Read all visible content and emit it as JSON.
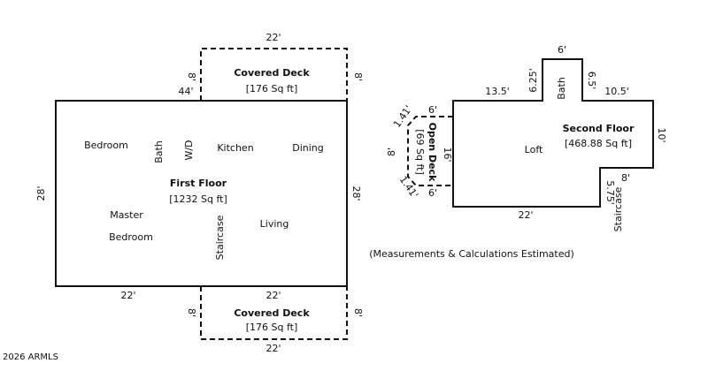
{
  "first_floor": {
    "title": "First Floor",
    "area": "[1232 Sq ft]",
    "rooms": {
      "bedroom": "Bedroom",
      "bath": "Bath",
      "wd": "W/D",
      "kitchen": "Kitchen",
      "dining": "Dining",
      "master_line1": "Master",
      "master_line2": "Bedroom",
      "staircase": "Staircase",
      "living": "Living"
    },
    "dims": {
      "top_offset": "44'",
      "left": "28'",
      "right": "28'",
      "bottom_left": "22'",
      "bottom_right": "22'"
    }
  },
  "covered_deck_top": {
    "title": "Covered Deck",
    "area": "[176 Sq ft]",
    "dims": {
      "top": "22'",
      "left": "8'",
      "right": "8'"
    }
  },
  "covered_deck_bottom": {
    "title": "Covered Deck",
    "area": "[176 Sq ft]",
    "dims": {
      "bottom": "22'",
      "left": "8'",
      "right": "8'"
    }
  },
  "second_floor": {
    "title": "Second Floor",
    "area": "[468.88 Sq ft]",
    "rooms": {
      "loft": "Loft",
      "bath": "Bath",
      "staircase": "Staircase"
    },
    "dims": {
      "top_left": "13.5'",
      "bath_top": "6'",
      "bath_left": "6.25'",
      "bath_right": "6.5'",
      "top_right": "10.5'",
      "right": "10'",
      "stair_top": "8'",
      "stair_side": "5.75'",
      "bottom": "22'",
      "left_upper": "6'",
      "left_mid": "16'",
      "left_lower": "6'"
    }
  },
  "open_deck": {
    "title": "Open Deck",
    "area": "[69 Sq ft]",
    "dims": {
      "diag_top": "1.41'",
      "side": "8'",
      "diag_bottom": "1.41'"
    }
  },
  "note": "(Measurements & Calculations Estimated)",
  "copyright": "2026 ARMLS"
}
